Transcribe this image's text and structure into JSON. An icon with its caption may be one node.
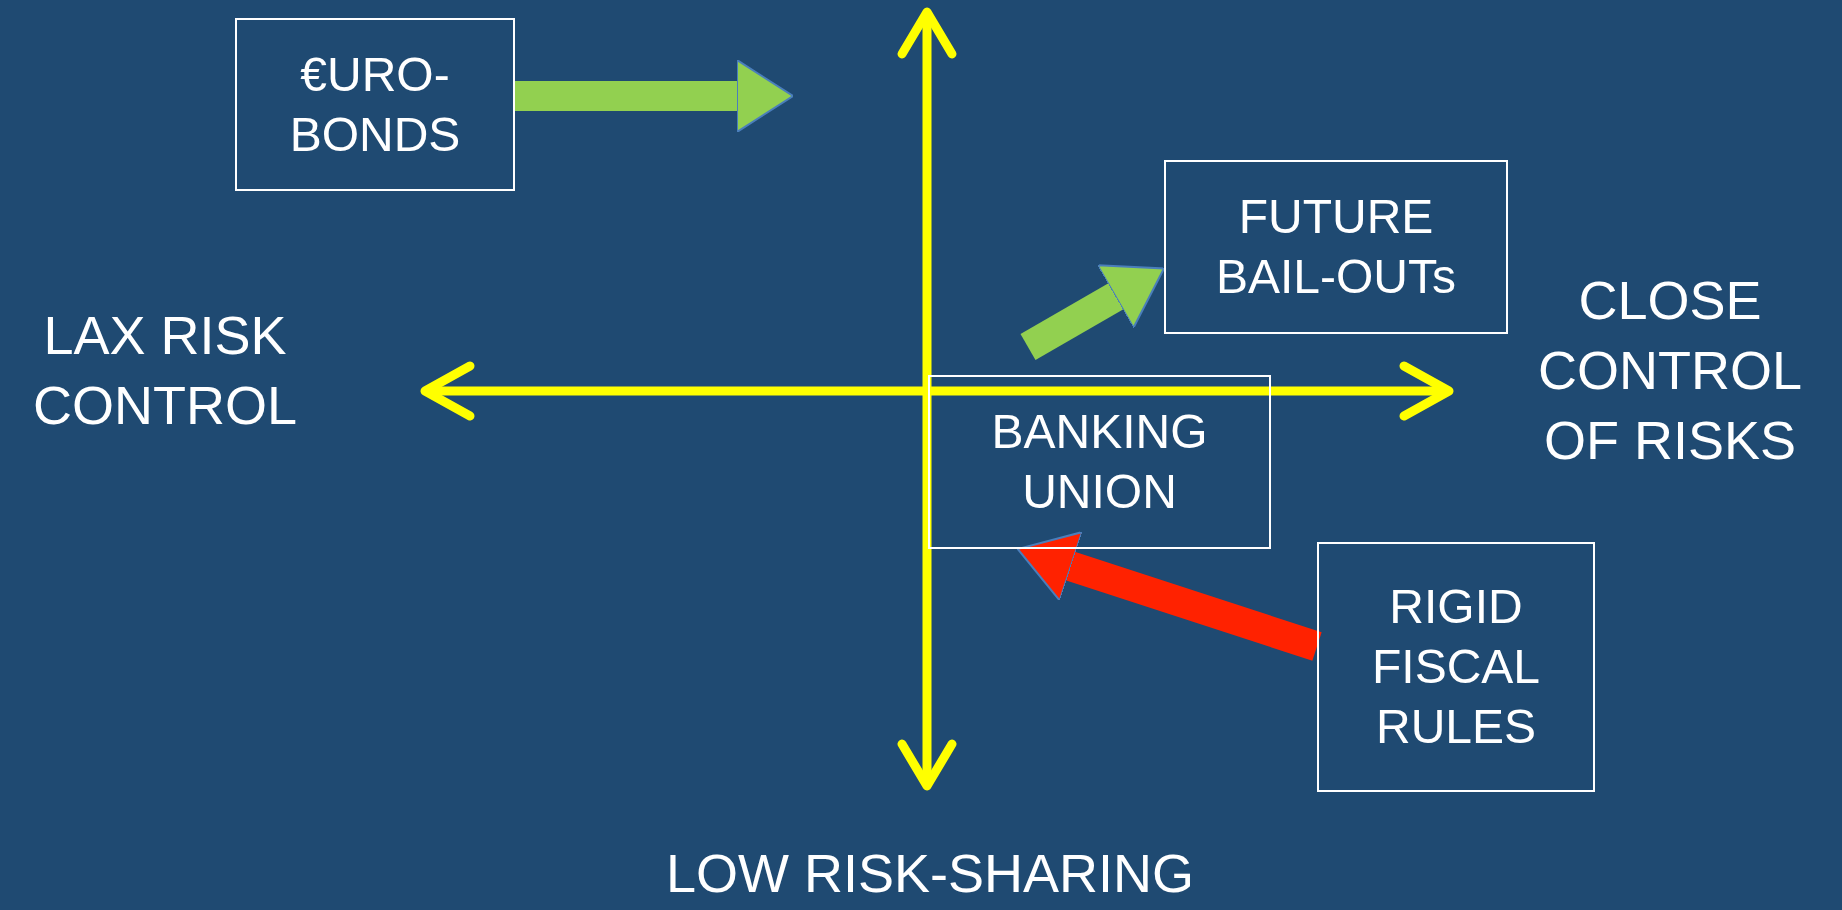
{
  "diagram": {
    "nodes": [
      {
        "text": [
          "€URO-BONDS"
        ]
      },
      {
        "text": [
          "FUTURE BAIL-OUTs"
        ]
      },
      {
        "text": [
          "BANKING UNION"
        ]
      },
      {
        "text": [
          "RIGID FISCAL RULES"
        ]
      }
    ],
    "edges": [
      {
        "from": 0,
        "to": null,
        "arrow": "to",
        "color": "#92d050"
      },
      {
        "from": null,
        "to": 1,
        "arrow": "to",
        "color": "#92d050"
      },
      {
        "from": 3,
        "to": 2,
        "arrow": "to",
        "color": "#ff2200"
      }
    ],
    "labels": [
      "LAX RISK CONTROL",
      "CLOSE CONTROL OF RISKS",
      "LOW RISK-SHARING"
    ]
  }
}
